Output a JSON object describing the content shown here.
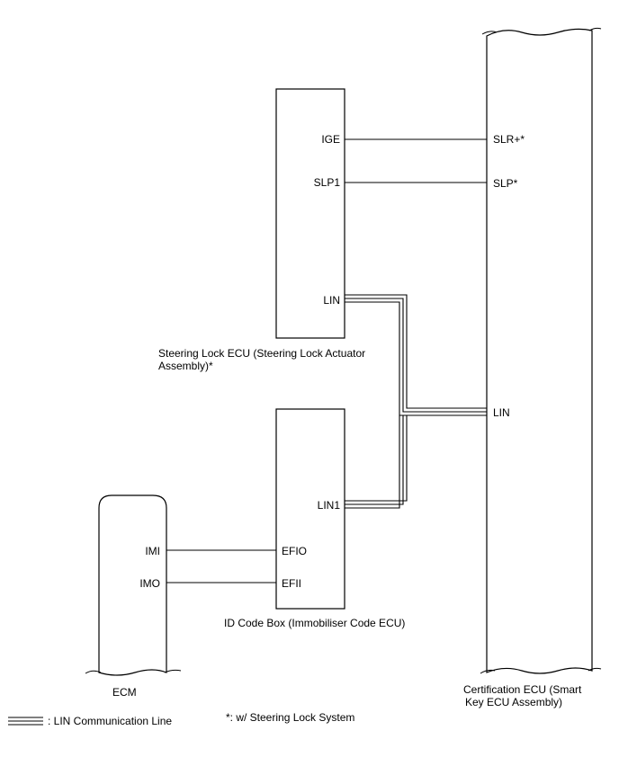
{
  "components": {
    "certification_ecu": {
      "label_line1": "Certification ECU (Smart",
      "label_line2": "Key ECU Assembly)",
      "pins": {
        "slr": "SLR+*",
        "slp": "SLP*",
        "lin": "LIN"
      }
    },
    "steering_lock_ecu": {
      "label_line1": "Steering Lock ECU (Steering Lock Actuator",
      "label_line2": "Assembly)*",
      "pins": {
        "ige": "IGE",
        "slp1": "SLP1",
        "lin": "LIN"
      }
    },
    "id_code_box": {
      "label": "ID Code Box (Immobiliser Code ECU)",
      "pins": {
        "lin1": "LIN1",
        "efio": "EFIO",
        "efii": "EFII"
      }
    },
    "ecm": {
      "label": "ECM",
      "pins": {
        "imi": "IMI",
        "imo": "IMO"
      }
    }
  },
  "legend": {
    "lin_line": ": LIN Communication Line",
    "note": "*: w/ Steering Lock System"
  }
}
